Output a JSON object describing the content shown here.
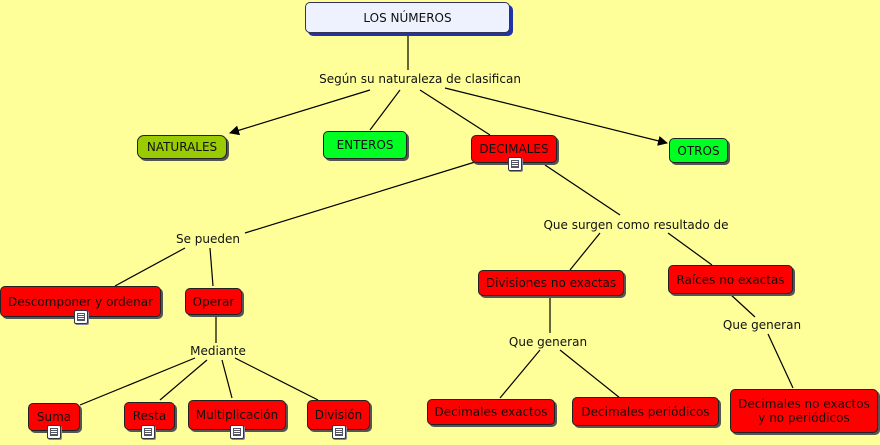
{
  "map": {
    "root": "LOS NÚMEROS",
    "link_classify": "Según su naturaleza de clasifican",
    "naturales": "NATURALES",
    "enteros": "ENTEROS",
    "decimales": "DECIMALES",
    "otros": "OTROS",
    "link_pueden": "Se pueden",
    "link_surgen": "Que surgen como resultado de",
    "descomponer": "Descomponer y ordenar",
    "operar": "Operar",
    "link_mediante": "Mediante",
    "suma": "Suma",
    "resta": "Resta",
    "multiplicacion": "Multiplicación",
    "division": "División",
    "divisiones": "Divisiones no exactas",
    "raices": "Raíces no exactas",
    "link_generan_1": "Que generan",
    "link_generan_2": "Que generan",
    "dec_exactos": "Decimales exactos",
    "dec_periodicos": "Decimales periódicos",
    "dec_no_exactos": "Decimales no exactos y no periódicos"
  },
  "colors": {
    "background": "#ffff99",
    "concept_red": "#ff0000",
    "concept_green": "#00ff22",
    "concept_olive": "#99cc00",
    "root_fill": "#eef2ff",
    "line": "#000000"
  }
}
